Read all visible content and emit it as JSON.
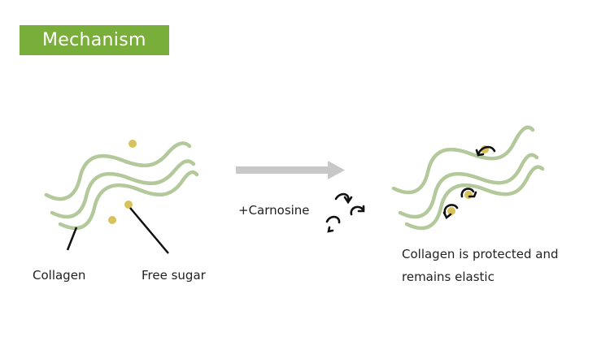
{
  "title": "Mechanism",
  "labels": {
    "collagen": "Collagen",
    "free_sugar": "Free sugar",
    "additive": "+Carnosine",
    "result_line1": "Collagen is protected and",
    "result_line2": "remains elastic"
  },
  "colors": {
    "title_bg": "#7aae3a",
    "collagen_fiber": "#b3c99c",
    "sugar": "#d8c25a",
    "arrow": "#c8c8c8",
    "carnosine": "#111111"
  }
}
